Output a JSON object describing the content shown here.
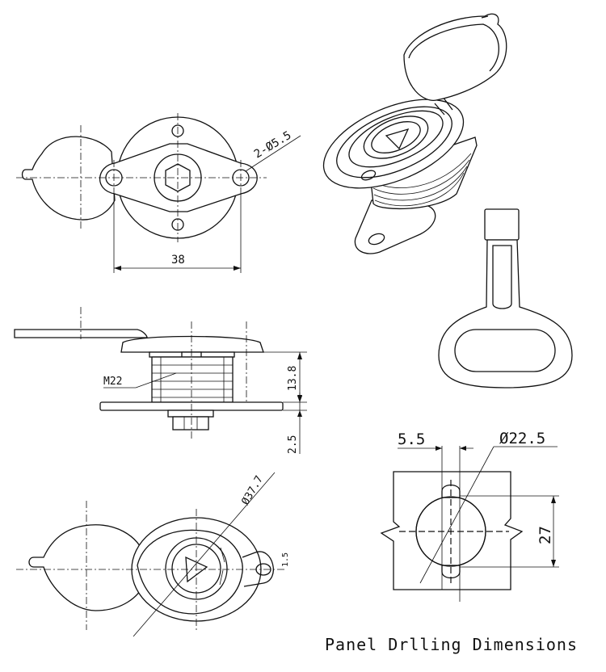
{
  "top_view": {
    "width_dim": "38",
    "hole_dim": "2-Ø5.5"
  },
  "side_view": {
    "thread_label": "M22",
    "height_dim": "13.8",
    "bottom_dim": "2.5"
  },
  "bottom_view": {
    "diameter_dim": "Ø37.7",
    "small_dim": "1.5"
  },
  "panel_drilling": {
    "slot_width": "5.5",
    "hole_diameter": "Ø22.5",
    "height_dim": "27",
    "caption": "Panel Drlling Dimensions"
  }
}
